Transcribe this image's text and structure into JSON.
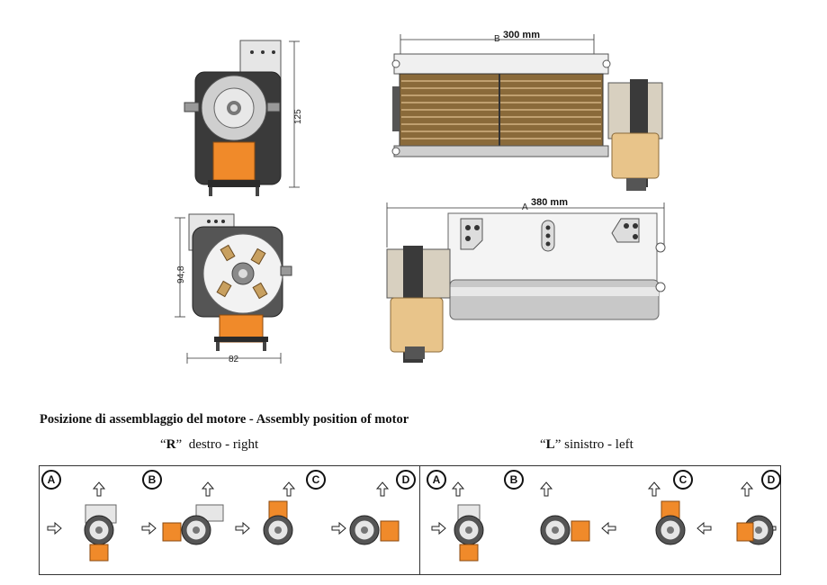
{
  "top_drawings": {
    "side_view_dim": "125",
    "front_view_dim_label": "B",
    "front_view_length": "300 mm",
    "bottom_view_height_dim": "94,8",
    "bottom_view_width_dim": "82",
    "rear_view_dim_label": "A",
    "rear_view_length": "380 mm"
  },
  "assembly": {
    "title": "Posizione di assemblaggio del motore - Assembly position of motor",
    "right": {
      "quote_open": "“",
      "letter": "R",
      "quote_close": "”",
      "text": "  destro - right"
    },
    "left": {
      "quote_open": "“",
      "letter": "L",
      "quote_close": "”",
      "text": " sinistro - left"
    },
    "right_positions": [
      "A",
      "B",
      "C",
      "D"
    ],
    "left_positions": [
      "A",
      "B",
      "C",
      "D"
    ]
  },
  "colors": {
    "motor_orange": "#f08a2a",
    "metal_dark": "#3a3a3a",
    "metal_light": "#d8d8d8",
    "line": "#333333"
  }
}
